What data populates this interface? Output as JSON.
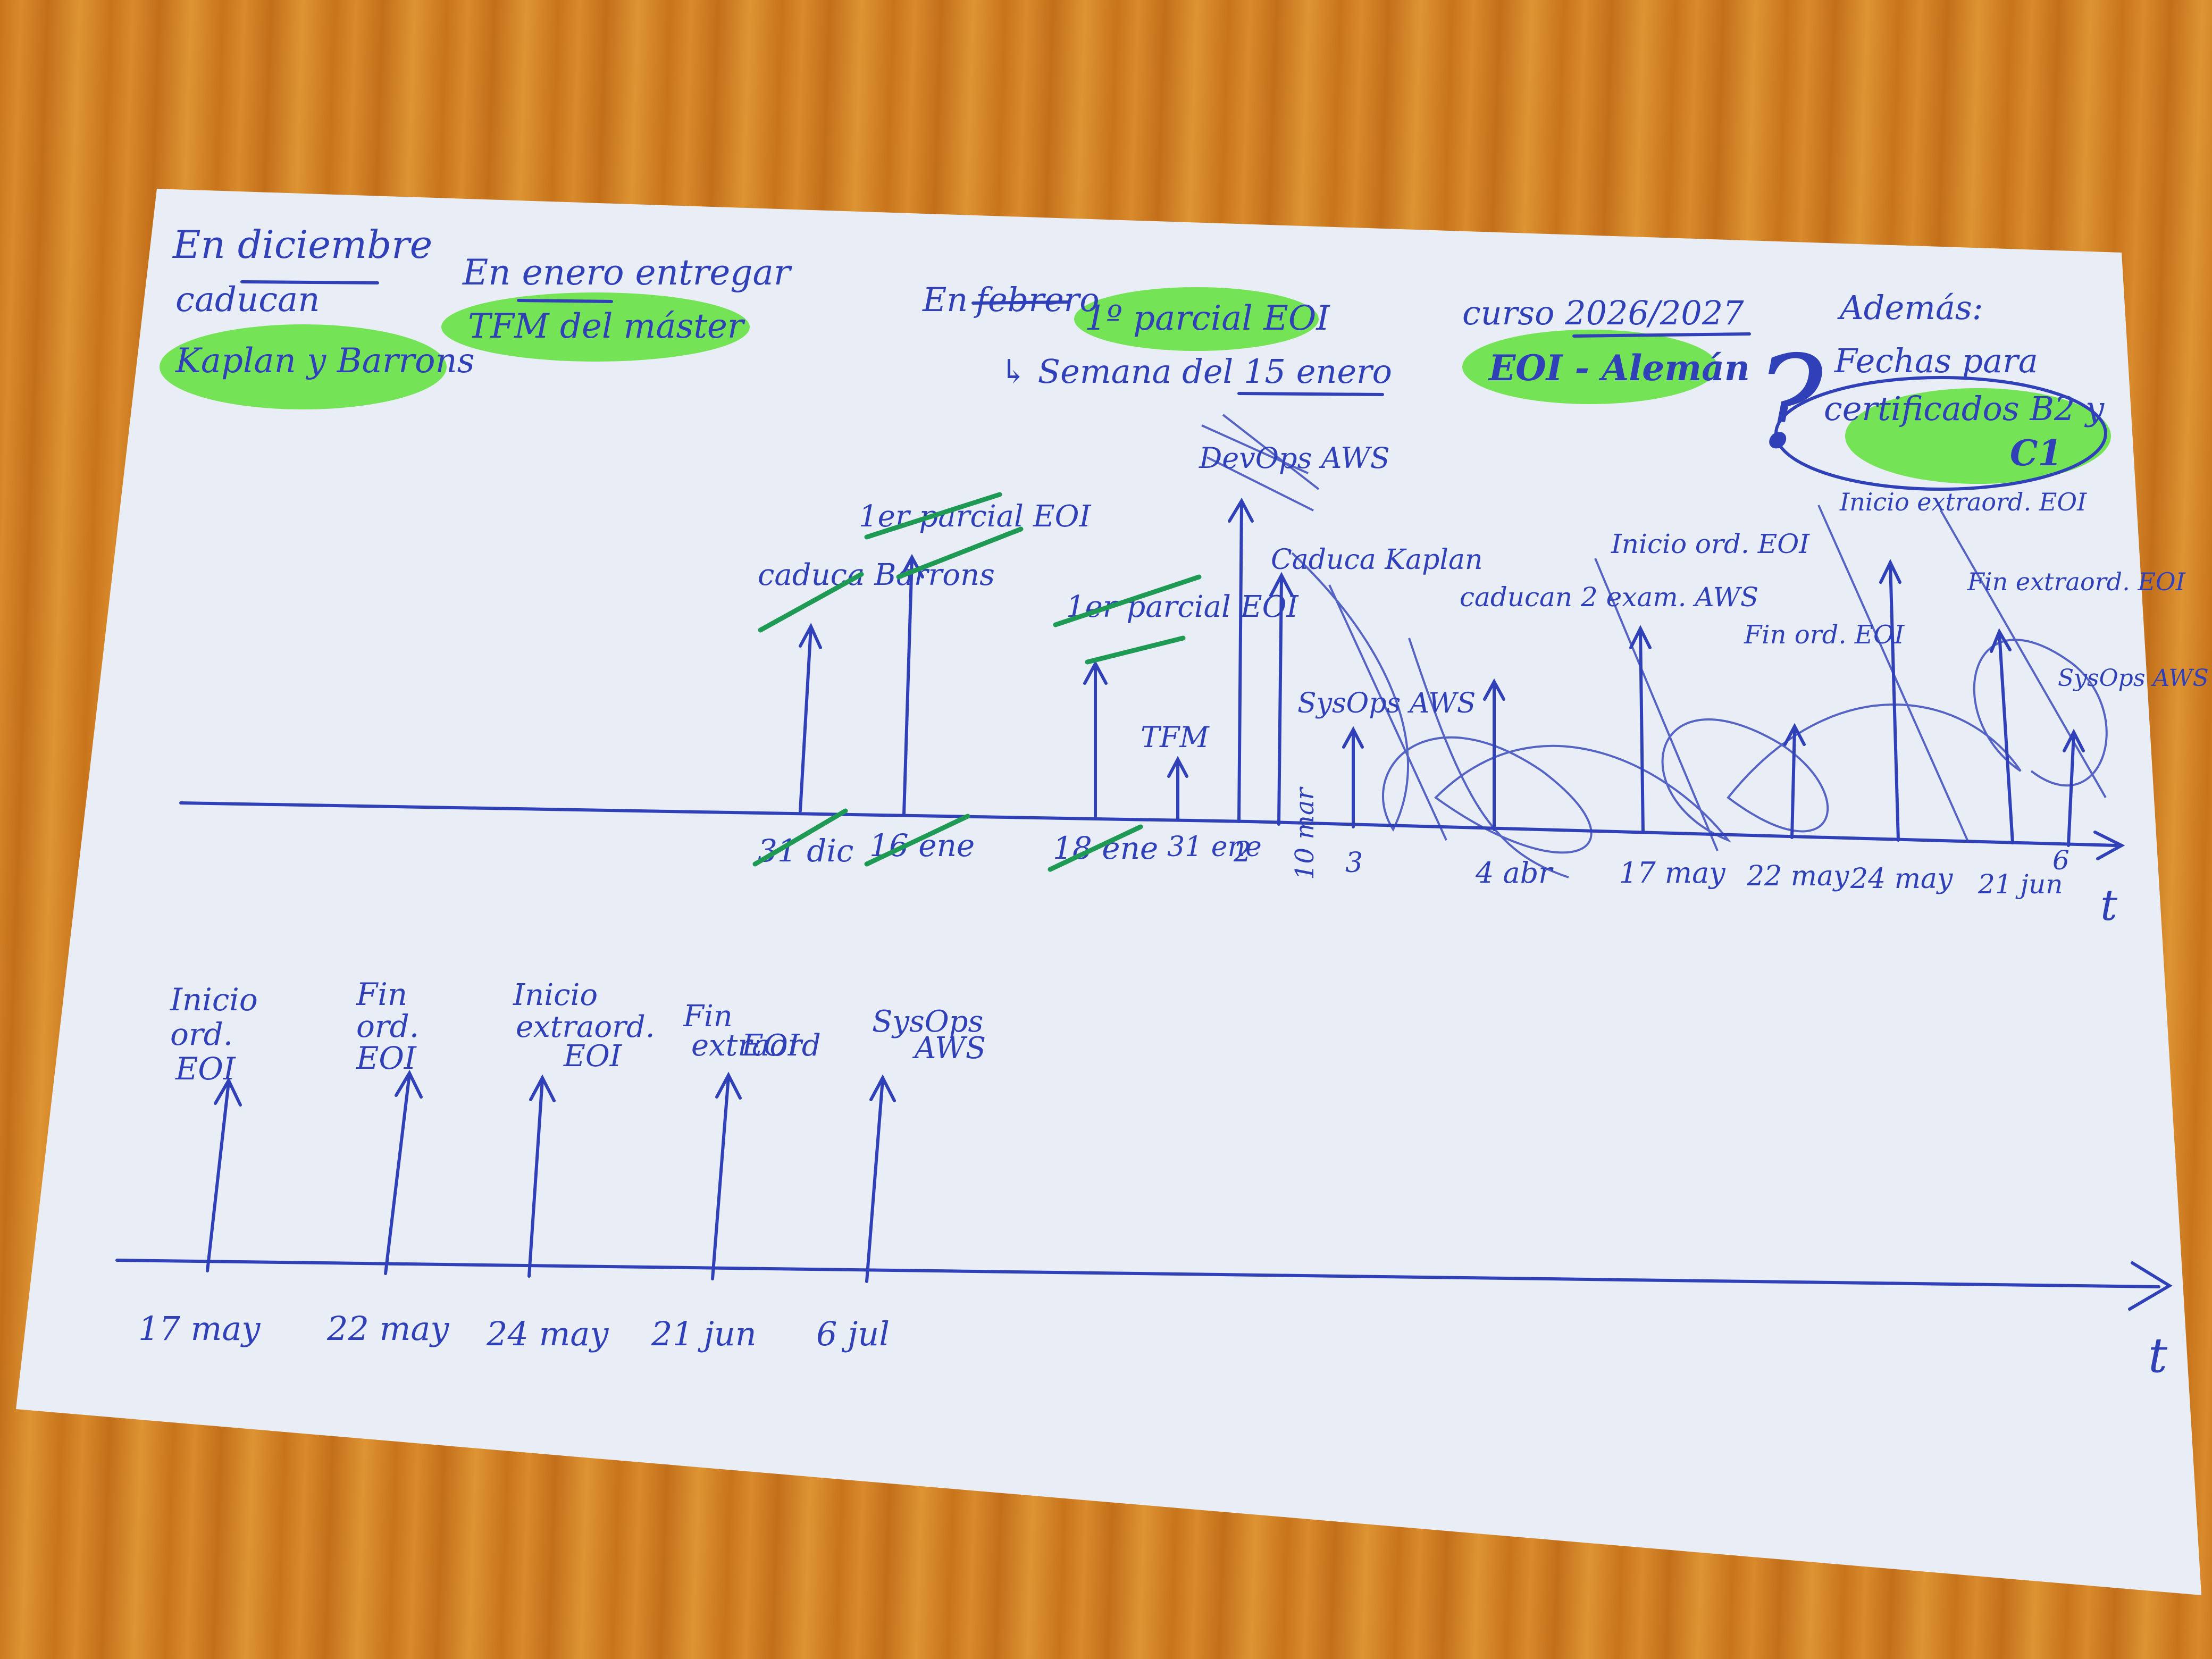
{
  "notes": {
    "dic_line1": "En diciembre",
    "dic_line2": "caducan",
    "dic_line3": "Kaplan y Barrons",
    "ene_line1": "En enero entregar",
    "ene_line2": "TFM del máster",
    "parcial_prefix": "En",
    "parcial_struck": "febrero",
    "parcial_text": "1º parcial EOI",
    "parcial_week": "↳ Semana del 15 enero",
    "curso_line1": "curso 2026/2027",
    "curso_line2": "EOI - Alemán",
    "question": "?",
    "ademas_line1": "Además:",
    "ademas_line2": "Fechas para",
    "ademas_line3": "certificados B2 y",
    "ademas_line4": "C1"
  },
  "timeline1": {
    "axis_label": "t",
    "events": [
      {
        "label": "caduca Barrons",
        "date": "31 dic",
        "struck": true
      },
      {
        "label": "1er parcial EOI",
        "date": "16 ene",
        "struck": true
      },
      {
        "label": "1er parcial EOI",
        "date": "18 ene",
        "struck": true
      },
      {
        "label": "TFM",
        "date": "31 ene",
        "struck": false
      },
      {
        "label": "DevOps AWS",
        "date": "2",
        "struck": true
      },
      {
        "label": "Caduca Kaplan",
        "date": "10 mar",
        "struck": true
      },
      {
        "label": "SysOps AWS",
        "date": "3",
        "struck": true
      },
      {
        "label": "caducan 2 exam. AWS",
        "date": "4 abr",
        "struck": true
      },
      {
        "label": "Inicio ord. EOI",
        "date": "17 may",
        "struck": true
      },
      {
        "label": "Fin ord. EOI",
        "date": "22 may",
        "struck": true
      },
      {
        "label": "Inicio extraord. EOI",
        "date": "24 may",
        "struck": true
      },
      {
        "label": "Fin extraord. EOI",
        "date": "21 jun",
        "struck": true
      },
      {
        "label": "SysOps AWS",
        "date": "6",
        "struck": true
      }
    ]
  },
  "timeline2": {
    "axis_label": "t",
    "events": [
      {
        "label_1": "Inicio",
        "label_2": "ord.",
        "label_3": "EOI",
        "date": "17 may"
      },
      {
        "label_1": "Fin",
        "label_2": "ord.",
        "label_3": "EOI",
        "date": "22 may"
      },
      {
        "label_1": "Inicio",
        "label_2": "extraord.",
        "label_3": "EOI",
        "date": "24 may"
      },
      {
        "label_1": "Fin",
        "label_2": "extraord",
        "label_3": "EOI",
        "date": "21 jun"
      },
      {
        "label_1": "SysOps",
        "label_2": "AWS",
        "label_3": "",
        "date": "6 jul"
      }
    ]
  }
}
